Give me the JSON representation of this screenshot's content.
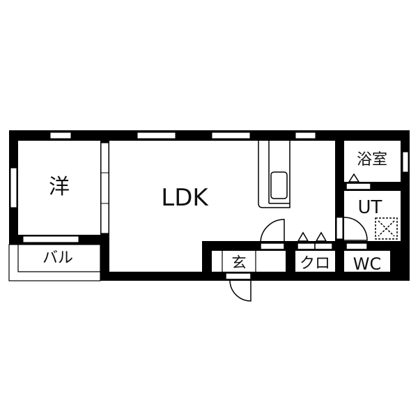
{
  "floor_plan": {
    "rooms": {
      "western_room": "洋",
      "ldk": "LDK",
      "balcony": "バル",
      "bathroom": "浴室",
      "utility": "UT",
      "entrance": "玄",
      "closet": "クロ",
      "toilet": "WC"
    },
    "colors": {
      "wall": "#000000",
      "background": "#ffffff"
    }
  }
}
